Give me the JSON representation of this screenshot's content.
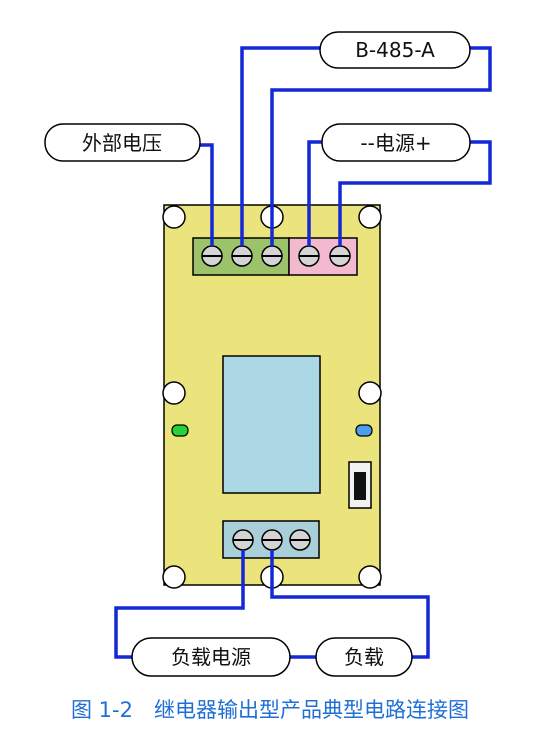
{
  "labels": {
    "rs485": "B-485-A",
    "external_voltage": "外部电压",
    "power": "--电源+",
    "load_power": "负载电源",
    "load": "负载"
  },
  "caption": "图 1-2　继电器输出型产品典型电路连接图",
  "colors": {
    "board": "#ebe37c",
    "wire": "#1428d6",
    "terminal_green": "#9cc36a",
    "terminal_pink": "#f3b9cf",
    "terminal_blue": "#a9cfd9",
    "display": "#acd7e4",
    "led_green": "#28d236",
    "led_blue": "#4a9fe8",
    "caption": "#1f6fd6"
  }
}
